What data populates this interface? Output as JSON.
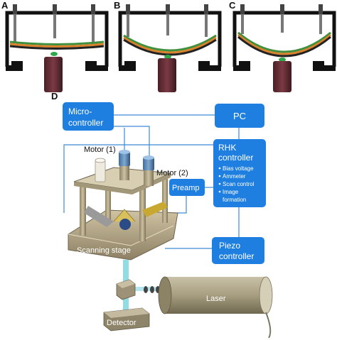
{
  "panels": {
    "a": "A",
    "b": "B",
    "c": "C",
    "d": "D"
  },
  "boxes": {
    "microcontroller_line1": "Micro-",
    "microcontroller_line2": "controller",
    "pc": "PC",
    "rhk_line1": "RHK",
    "rhk_line2": "controller",
    "rhk_bullets": [
      "Bias voltage",
      "Ammeter",
      "Scan control",
      "Image",
      "formation"
    ],
    "preamp": "Preamp",
    "piezo_line1": "Piezo",
    "piezo_line2": "controller"
  },
  "labels": {
    "motor1": "Motor (1)",
    "motor2": "Motor (2)",
    "scanning_stage": "Scanning stage",
    "laser": "Laser",
    "detector": "Detector"
  },
  "colors": {
    "box_blue": "#1f7fe0",
    "line_blue": "#3c8ad8",
    "frame_black": "#111111",
    "strip_orange": "#d9822b",
    "strip_green": "#3e8f3e",
    "beam_cyan": "#7fd6e0",
    "stage_tan": "#b9aa86"
  }
}
